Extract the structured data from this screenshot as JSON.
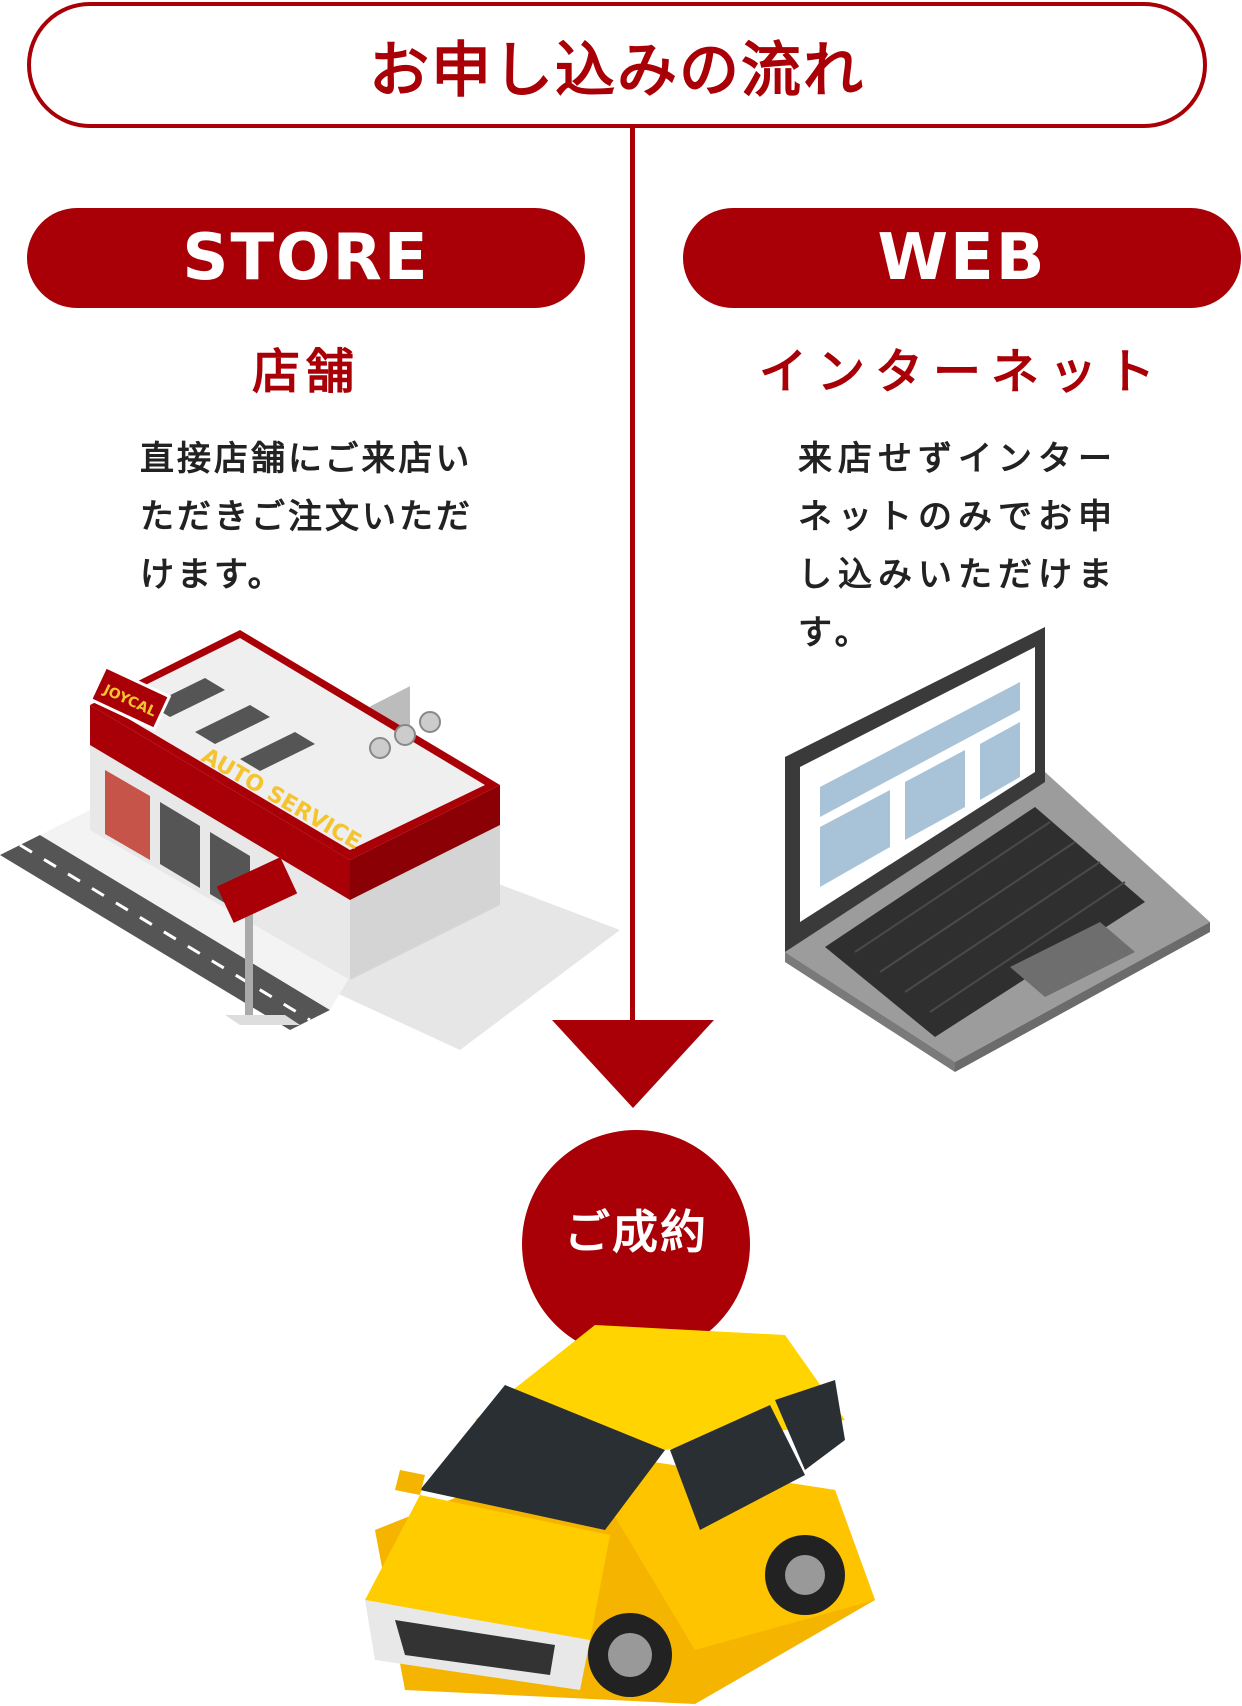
{
  "title": "お申し込みの流れ",
  "store": {
    "label": "STORE",
    "subtitle": "店舗",
    "description": "直接店舗にご来店いただきご注文いただけます。",
    "sign_text": "AUTO SERVICE",
    "logo_text": "JOYCAL"
  },
  "web": {
    "label": "WEB",
    "subtitle": "インターネット",
    "description": "来店せずインターネットのみでお申し込みいただけます。"
  },
  "result": {
    "label": "ご成約"
  },
  "colors": {
    "accent": "#a80006",
    "car": "#ffc400"
  }
}
